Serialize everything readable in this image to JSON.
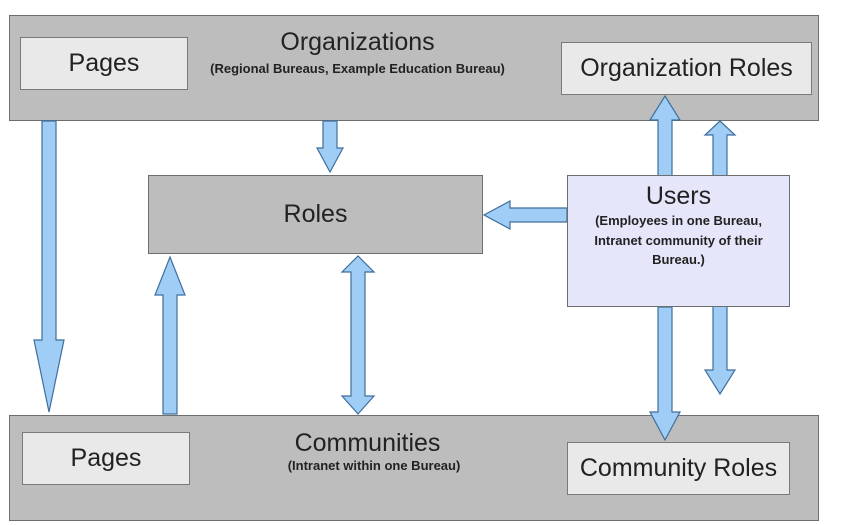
{
  "organizations": {
    "title": "Organizations",
    "subtitle": "(Regional Bureaus, Example Education Bureau)",
    "pages_label": "Pages",
    "roles_label": "Organization Roles"
  },
  "roles": {
    "label": "Roles"
  },
  "users": {
    "title": "Users",
    "subtitle_line1": "(Employees in one Bureau,",
    "subtitle_line2": "Intranet community of their",
    "subtitle_line3": "Bureau.)"
  },
  "communities": {
    "title": "Communities",
    "subtitle": "(Intranet within one Bureau)",
    "pages_label": "Pages",
    "roles_label": "Community Roles"
  },
  "colors": {
    "container_gray": "#bdbdbd",
    "inner_box": "#e9e9e9",
    "users_box": "#e6e6fb",
    "arrow_fill": "#9fcdf5",
    "arrow_stroke": "#3e6e9c"
  }
}
